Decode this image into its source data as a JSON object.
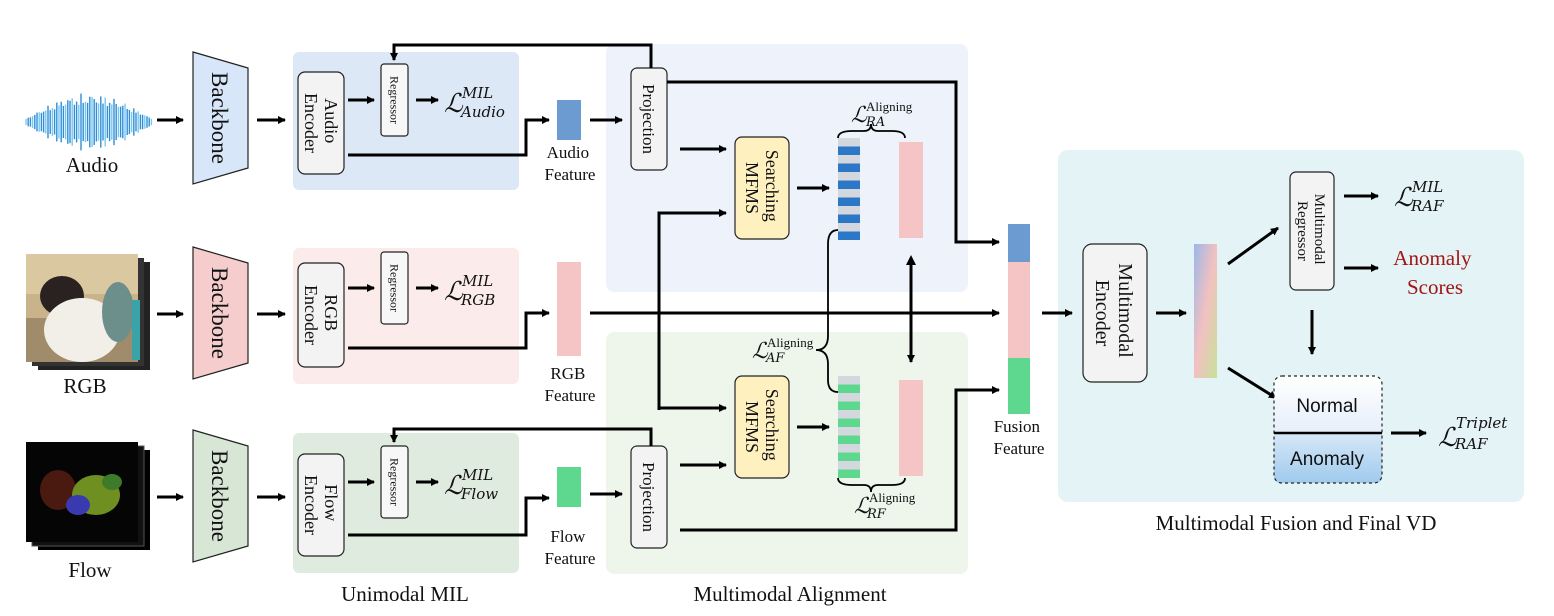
{
  "inputs": {
    "audio": "Audio",
    "rgb": "RGB",
    "flow": "Flow"
  },
  "backbone_label": "Backbone",
  "encoders": {
    "audio": [
      "Audio",
      "Encoder"
    ],
    "rgb": [
      "RGB",
      "Encoder"
    ],
    "flow": [
      "Flow",
      "Encoder"
    ]
  },
  "regressor_label": "Regressor",
  "losses": {
    "mil_base": "ℒ",
    "mil_sup": "MIL",
    "audio_sub": "Audio",
    "rgb_sub": "RGB",
    "flow_sub": "Flow",
    "raf_sub": "RAF",
    "aligning_sup": "Aligning",
    "ra_sub": "RA",
    "af_sub": "AF",
    "rf_sub": "RF",
    "triplet_sup": "Triplet"
  },
  "features": {
    "audio": [
      "Audio",
      "Feature"
    ],
    "rgb": [
      "RGB",
      "Feature"
    ],
    "flow": [
      "Flow",
      "Feature"
    ],
    "fusion": [
      "Fusion",
      "Feature"
    ]
  },
  "projection_label": "Projection",
  "mfms": [
    "Searching",
    "MFMS"
  ],
  "multimodal_encoder": [
    "Multimodal",
    "Encoder"
  ],
  "multimodal_regressor": [
    "Multimodal",
    "Regressor"
  ],
  "anomaly_scores": [
    "Anomaly",
    "Scores"
  ],
  "normal_label": "Normal",
  "anomaly_label": "Anomaly",
  "section_titles": {
    "unimodal": "Unimodal MIL",
    "alignment": "Multimodal Alignment",
    "fusion": "Multimodal Fusion and Final VD"
  },
  "colors": {
    "audio": "#6b9bd1",
    "rgb": "#f5c4c4",
    "flow": "#5fd88f",
    "mfms": "#fff0bf",
    "anomaly_text": "#a01515"
  }
}
